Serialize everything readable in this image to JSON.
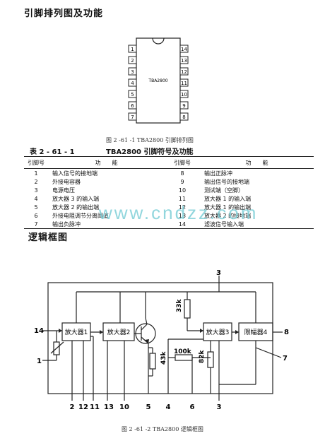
{
  "section1_title": "引脚排列图及功能",
  "ic": {
    "label": "TBA2800",
    "left_pins": [
      "1",
      "2",
      "3",
      "4",
      "5",
      "6",
      "7"
    ],
    "right_pins": [
      "14",
      "13",
      "12",
      "11",
      "10",
      "9",
      "8"
    ]
  },
  "fig1_caption": "图 2 -61 -1   TBA2800 引脚排列图",
  "table": {
    "number": "表 2 - 61 - 1",
    "title": "TBA2800 引脚符号及功能",
    "headers": [
      "引脚号",
      "功　　能",
      "引脚号",
      "功　　能"
    ],
    "rows": [
      {
        "p1": "1",
        "f1": "输入信号的接地端",
        "p2": "8",
        "f2": "输出正脉冲"
      },
      {
        "p1": "2",
        "f1": "外接电容器",
        "p2": "9",
        "f2": "输出信号的接地端"
      },
      {
        "p1": "3",
        "f1": "电源电压",
        "p2": "10",
        "f2": "测试端（空脚）"
      },
      {
        "p1": "4",
        "f1": "放大器 3 的输入端",
        "p2": "11",
        "f2": "放大器 1 的输入端"
      },
      {
        "p1": "5",
        "f1": "放大器 2 的输出端",
        "p2": "12",
        "f2": "放大器 1 的输出端"
      },
      {
        "p1": "6",
        "f1": "外接电阻调节分离阈值",
        "p2": "13",
        "f2": "放大器 2 的接地端"
      },
      {
        "p1": "7",
        "f1": "输出负脉冲",
        "p2": "14",
        "f2": "滤波信号输入端"
      }
    ]
  },
  "watermark": "www.cndzz.com",
  "section2_title": "逻辑框图",
  "diagram": {
    "blocks": {
      "amp1": "放大器1",
      "amp2": "放大器2",
      "amp3": "放大器3",
      "limiter": "限幅器4"
    },
    "resistors": {
      "r33k": "33k",
      "r100k": "100k",
      "r43k": "43k",
      "r82k": "82k"
    },
    "pins": {
      "top3": "3",
      "p14": "14",
      "p1": "1",
      "p8": "8",
      "p7": "7",
      "bottom": [
        "2",
        "12",
        "11",
        "13",
        "10",
        "5",
        "4",
        "6",
        "3"
      ]
    }
  },
  "fig2_caption": "图 2 -61 -2   TBA2800 逻辑框图"
}
